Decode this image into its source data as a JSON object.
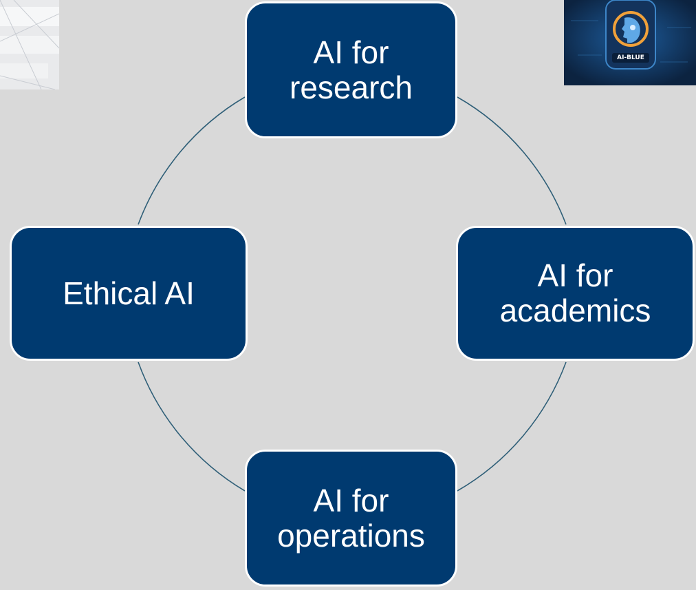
{
  "diagram": {
    "nodes": [
      {
        "id": "top",
        "label": "AI for\nresearch"
      },
      {
        "id": "right",
        "label": "AI for\nacademics"
      },
      {
        "id": "bottom",
        "label": "AI for\noperations"
      },
      {
        "id": "left",
        "label": "Ethical AI"
      }
    ],
    "colors": {
      "background": "#d9d9d9",
      "node_fill": "#003a70",
      "node_border": "#ffffff",
      "ring_line": "#2f5f78"
    }
  },
  "logo": {
    "text": "AI-BLUE",
    "icon": "ai-head-icon"
  }
}
